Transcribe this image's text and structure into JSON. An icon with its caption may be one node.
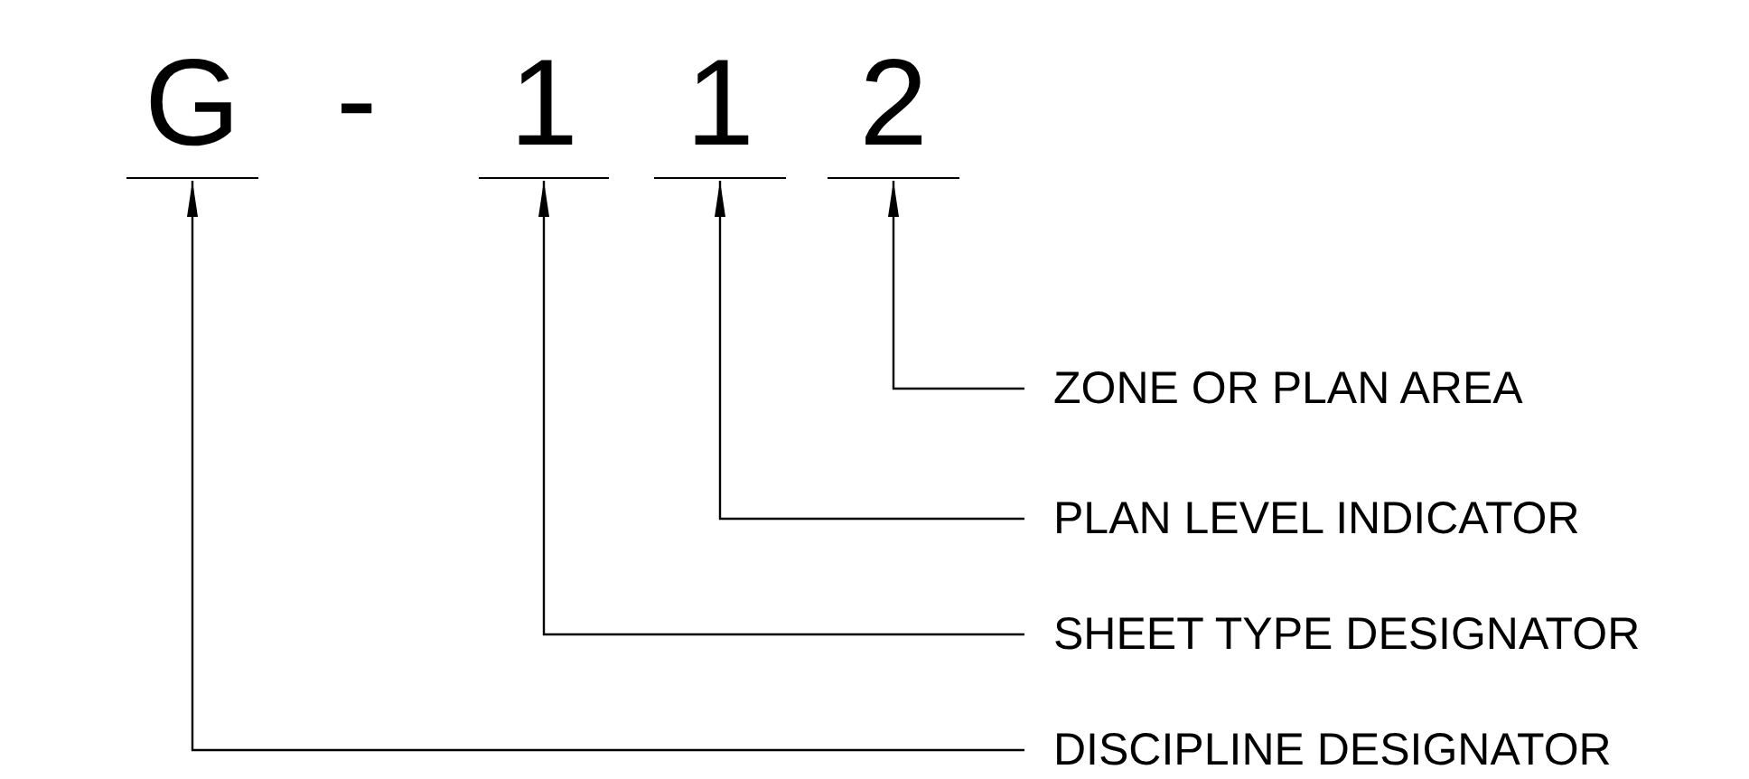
{
  "diagram": {
    "nodes": [
      {
        "text": [
          "G"
        ]
      },
      {
        "text": [
          "1"
        ]
      },
      {
        "text": [
          "1"
        ]
      },
      {
        "text": [
          "2"
        ]
      },
      {
        "text": [
          "ZONE OR PLAN AREA"
        ]
      },
      {
        "text": [
          "PLAN LEVEL INDICATOR"
        ]
      },
      {
        "text": [
          "SHEET TYPE DESIGNATOR"
        ]
      },
      {
        "text": [
          "DISCIPLINE DESIGNATOR"
        ]
      }
    ],
    "edges": [
      {
        "from": 4,
        "to": 3,
        "arrow": "to"
      },
      {
        "from": 5,
        "to": 2,
        "arrow": "to"
      },
      {
        "from": 6,
        "to": 1,
        "arrow": "to"
      },
      {
        "from": 7,
        "to": 0,
        "arrow": "to"
      }
    ],
    "labels": [
      "-"
    ]
  }
}
